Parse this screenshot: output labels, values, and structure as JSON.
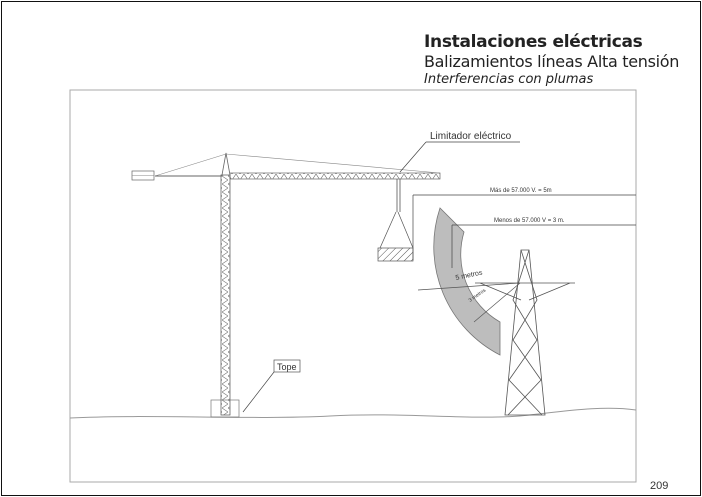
{
  "header": {
    "title": "Instalaciones eléctricas",
    "subtitle": "Balizamientos líneas Alta tensión",
    "section": "Interferencias con plumas"
  },
  "diagram": {
    "limiter_label": "Limitador eléctrico",
    "over_57kv": "Más de 57.000 V. = 5m",
    "under_57kv": "Menos de 57.000 V = 3 m.",
    "five_m": "5 metros",
    "three_m": "3 metros",
    "stop_label": "Tope"
  },
  "page_number": "209"
}
